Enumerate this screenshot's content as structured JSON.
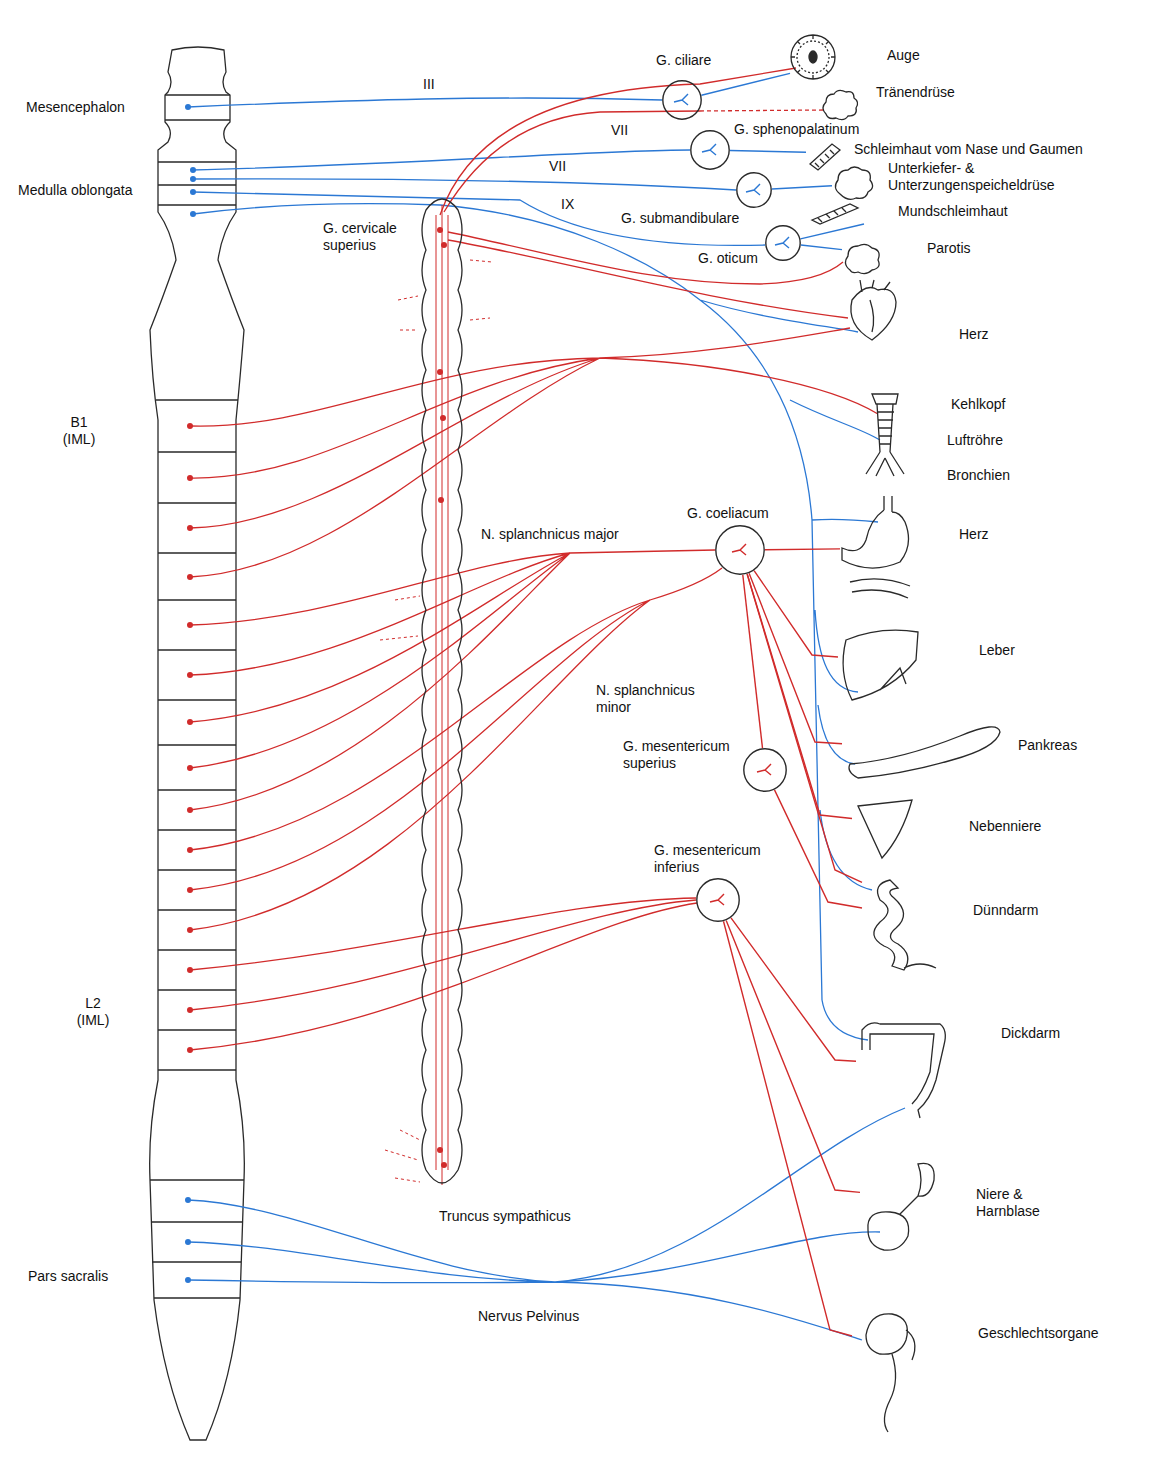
{
  "diagram": {
    "nodes": [
      {
        "text": [
          "G. ciliare"
        ]
      },
      {
        "text": [
          "Auge"
        ]
      },
      {
        "text": [
          "Tränendrüse"
        ]
      },
      {
        "text": [
          "G. sphenopalatinum"
        ]
      },
      {
        "text": [
          "Schleimhaut vom Nase und Gaumen"
        ]
      },
      {
        "text": [
          "G. submandibulare"
        ]
      },
      {
        "text": [
          "Unterkiefer- & Unterzungenspeicheldrüse"
        ]
      },
      {
        "text": [
          "G. oticum"
        ]
      },
      {
        "text": [
          "Mundschleimhaut"
        ]
      },
      {
        "text": [
          "Parotis"
        ]
      },
      {
        "text": [
          "Herz"
        ]
      },
      {
        "text": [
          "Kehlkopf",
          "Luftröhre",
          "Bronchien"
        ]
      },
      {
        "text": [
          "G. coeliacum"
        ]
      },
      {
        "text": [
          "Herz"
        ]
      },
      {
        "text": [
          "Leber"
        ]
      },
      {
        "text": [
          "Pankreas"
        ]
      },
      {
        "text": [
          "Nebenniere"
        ]
      },
      {
        "text": [
          "G. mesentericum superius"
        ]
      },
      {
        "text": [
          "Dünndarm"
        ]
      },
      {
        "text": [
          "G. mesentericum inferius"
        ]
      },
      {
        "text": [
          "Dickdarm"
        ]
      },
      {
        "text": [
          "Niere & Harnblase"
        ]
      },
      {
        "text": [
          "Geschlechtsorgane"
        ]
      }
    ],
    "edges": [
      {
        "from": 0,
        "to": 1,
        "arrow": "none"
      },
      {
        "from": 3,
        "to": 4,
        "arrow": "none"
      },
      {
        "from": 5,
        "to": 6,
        "arrow": "none"
      },
      {
        "from": 7,
        "to": 8,
        "arrow": "none"
      },
      {
        "from": 7,
        "to": 9,
        "arrow": "none"
      },
      {
        "from": 12,
        "to": 13,
        "arrow": "none"
      },
      {
        "from": 12,
        "to": 14,
        "arrow": "none"
      },
      {
        "from": 12,
        "to": 15,
        "arrow": "none"
      },
      {
        "from": 12,
        "to": 16,
        "arrow": "none"
      },
      {
        "from": 12,
        "to": 18,
        "arrow": "none"
      },
      {
        "from": 17,
        "to": 12,
        "arrow": "none"
      },
      {
        "from": 17,
        "to": 18,
        "arrow": "none"
      },
      {
        "from": 19,
        "to": 20,
        "arrow": "none"
      },
      {
        "from": 19,
        "to": 21,
        "arrow": "none"
      },
      {
        "from": 19,
        "to": 22,
        "arrow": "none"
      }
    ],
    "labels": [
      "Mesencephalon",
      "Medulla oblongata",
      "III",
      "VII",
      "VII",
      "IX",
      "G. cervicale superius",
      "B1 (IML)",
      "N. splanchnicus major",
      "N. splanchnicus minor",
      "L2 (IML)",
      "Truncus sympathicus",
      "Pars sacralis",
      "Nervus Pelvinus"
    ]
  }
}
